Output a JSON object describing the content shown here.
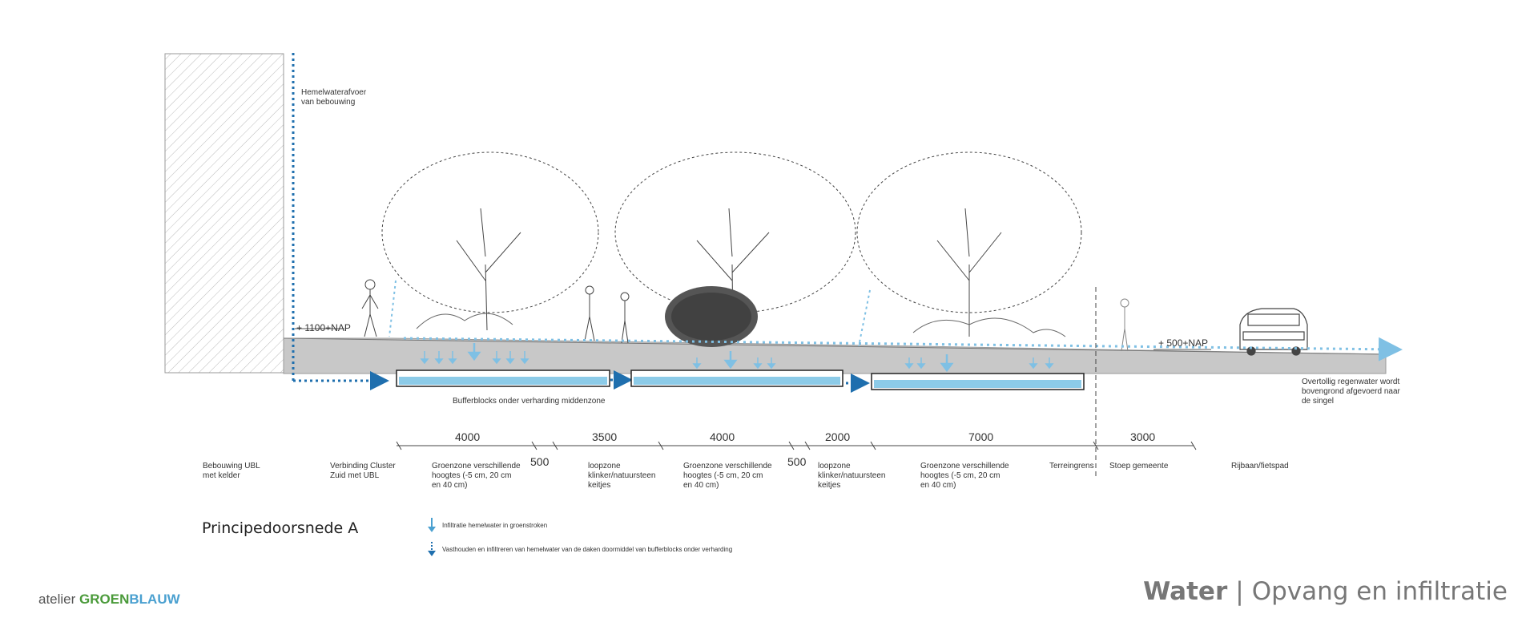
{
  "annotations": {
    "roof_drain": "Hemelwaterafvoer\nvan bebouwing",
    "buffer_blocks": "Bufferblocks onder verharding middenzone",
    "overflow": "Overtollig regenwater wordt\nbovengrond afgevoerd naar\nde singel",
    "nap_high": "+ 1100+NAP",
    "nap_low": "+ 500+NAP"
  },
  "dimensions": [
    "4000",
    "500",
    "3500",
    "4000",
    "500",
    "2000",
    "7000",
    "3000"
  ],
  "zones": [
    "Bebouwing UBL\nmet kelder",
    "Verbinding Cluster\nZuid met UBL",
    "Groenzone verschillende\nhoogtes (-5 cm, 20 cm\nen 40 cm)",
    "loopzone\nklinker/natuursteen\nkeitjes",
    "Groenzone verschillende\nhoogtes (-5 cm, 20 cm\nen 40 cm)",
    "loopzone\nklinker/natuursteen\nkeitjes",
    "Groenzone verschillende\nhoogtes (-5 cm, 20 cm\nen 40 cm)",
    "Terreingrens",
    "Stoep gemeente",
    "Rijbaan/fietspad"
  ],
  "title": "Principedoorsnede A",
  "legend": [
    {
      "icon": "infiltration-arrow-icon",
      "text": "Infiltratie hemelwater in groenstroken"
    },
    {
      "icon": "buffer-arrow-icon",
      "text": "Vasthouden en infiltreren van hemelwater van de daken doormiddel van bufferblocks onder verharding"
    }
  ],
  "branding": {
    "prefix": "atelier",
    "green": "GROEN",
    "blue": "BLAUW"
  },
  "heading": {
    "strong": "Water",
    "separator": "|",
    "rest": "Opvang en infiltratie"
  },
  "colors": {
    "dark_blue": "#1f6fae",
    "light_blue": "#7fc0e4",
    "ground": "#c8c8c8",
    "water": "#8ccbe8",
    "brand_green": "#4a9a3a",
    "brand_blue": "#4aa0d0"
  }
}
